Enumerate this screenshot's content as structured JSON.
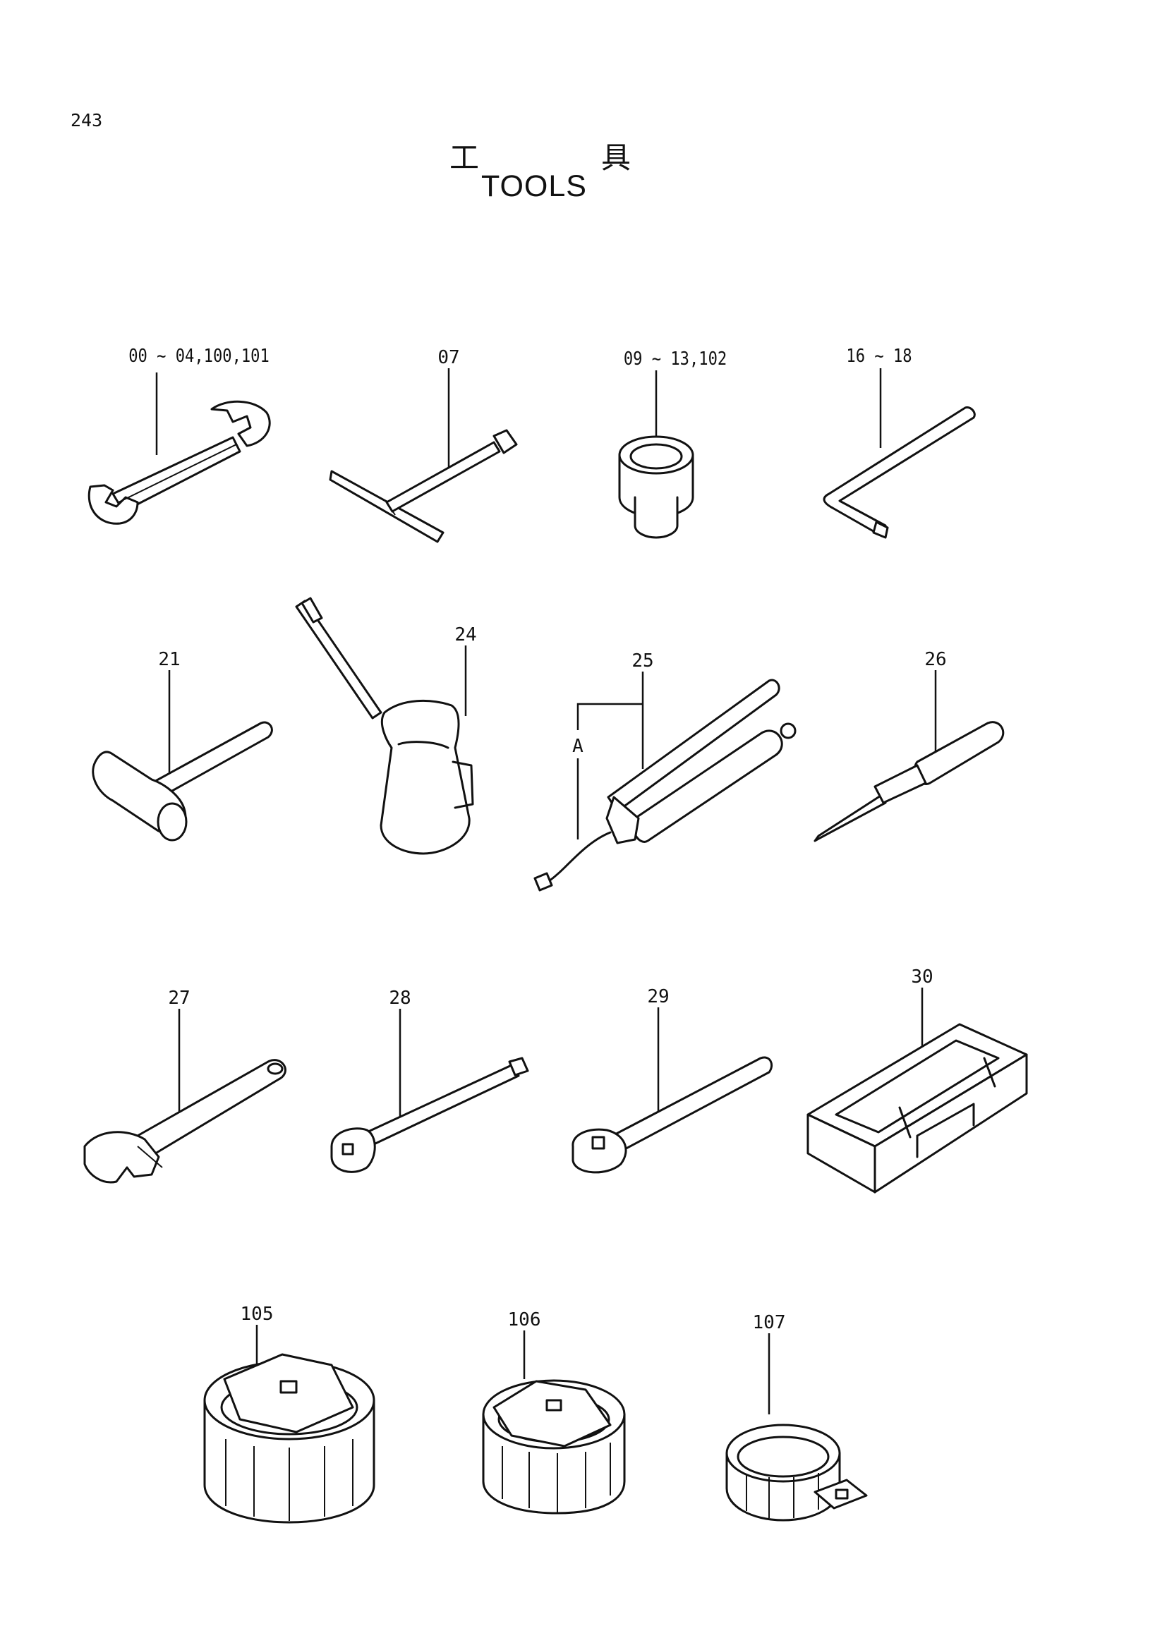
{
  "page": {
    "number": "243",
    "title_jp_left": "工",
    "title_jp_right": "具",
    "title_en": "TOOLS"
  },
  "callouts": {
    "wrench": "00 ~ 04,100,101",
    "t_wrench": "07",
    "socket": "09 ~ 13,102",
    "hex_key": "16 ~ 18",
    "hammer": "21",
    "oil_can": "24",
    "grease_gun": "25",
    "grease_gun_nozzle": "A",
    "screwdriver": "26",
    "adjustable_wrench": "27",
    "extension_bar": "28",
    "ratchet_handle": "29",
    "tool_box": "30",
    "filter_wrench_large": "105",
    "filter_wrench_medium": "106",
    "filter_wrench_small": "107"
  }
}
